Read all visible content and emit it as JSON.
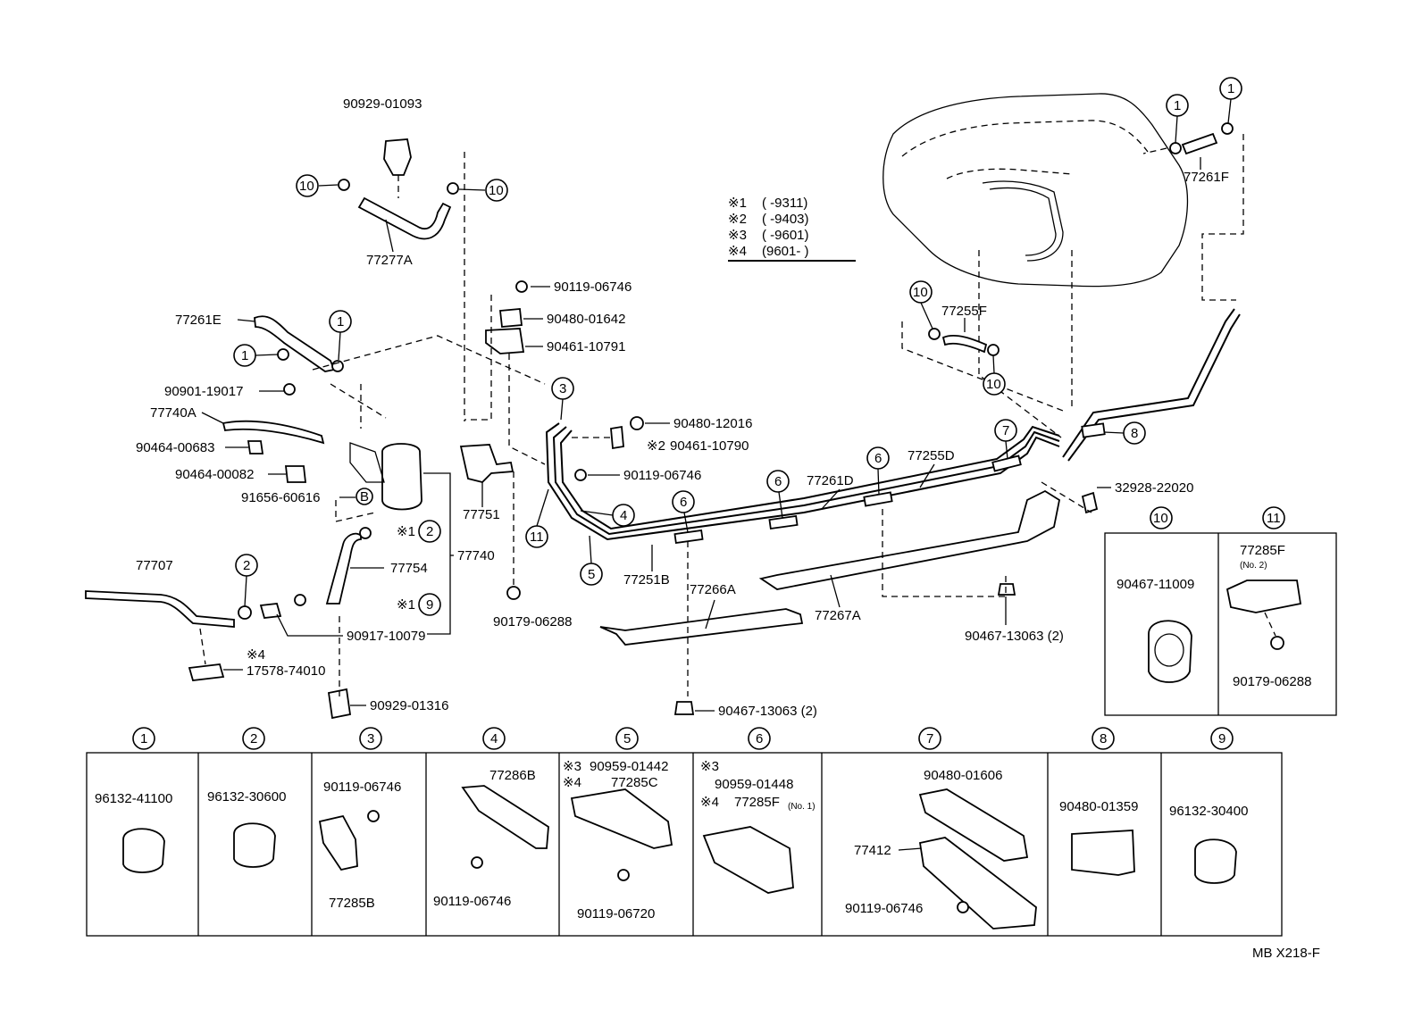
{
  "labels": {
    "p90929_01093": "90929-01093",
    "p77277A": "77277A",
    "p77261E": "77261E",
    "p90901_19017": "90901-19017",
    "p77740A": "77740A",
    "p90464_00683": "90464-00683",
    "p90464_00082": "90464-00082",
    "p91656_60616": "91656-60616",
    "p77754": "77754",
    "p77740": "77740",
    "p77707": "77707",
    "p90917_10079": "90917-10079",
    "p17578_74010": "17578-74010",
    "p90929_01316": "90929-01316",
    "p90119_06746_top": "90119-06746",
    "p90480_01642": "90480-01642",
    "p90461_10791": "90461-10791",
    "p77751": "77751",
    "p90179_06288_main": "90179-06288",
    "p90480_12016": "90480-12016",
    "p90461_10790": "90461-10790",
    "p90119_06746_mid": "90119-06746",
    "p77251B": "77251B",
    "p77261D": "77261D",
    "p77255D": "77255D",
    "p77266A": "77266A",
    "p77267A": "77267A",
    "p90467_13063_a": "90467-13063  (2)",
    "p90467_13063_b": "90467-13063  (2)",
    "p32928_22020": "32928-22020",
    "p77255F": "77255F",
    "p77261F": "77261F"
  },
  "legend": {
    "r1": {
      "mark": "※1",
      "range": "(          -9311)"
    },
    "r2": {
      "mark": "※2",
      "range": "(          -9403)"
    },
    "r3": {
      "mark": "※3",
      "range": "(          -9601)"
    },
    "r4": {
      "mark": "※4",
      "range": "(9601-            )"
    }
  },
  "marks": {
    "m1_a": "※1",
    "m1_b": "※1",
    "m2": "※2",
    "m4": "※4",
    "circle_b": "B"
  },
  "callouts": {
    "c1": "1",
    "c2": "2",
    "c3": "3",
    "c4": "4",
    "c5": "5",
    "c6": "6",
    "c7": "7",
    "c8": "8",
    "c9": "9",
    "c10": "10",
    "c11": "11"
  },
  "inset": {
    "box10_part": "90467-11009",
    "box11_part": "77285F",
    "box11_note": "(No. 2)",
    "box11_nut": "90179-06288"
  },
  "table": {
    "cells": [
      {
        "num": "1",
        "parts": [
          "96132-41100"
        ]
      },
      {
        "num": "2",
        "parts": [
          "96132-30600"
        ]
      },
      {
        "num": "3",
        "parts": [
          "90119-06746",
          "77285B"
        ]
      },
      {
        "num": "4",
        "parts": [
          "77286B",
          "90119-06746"
        ]
      },
      {
        "num": "5",
        "parts": [
          "※3",
          "90959-01442",
          "※4",
          "77285C",
          "90119-06720"
        ]
      },
      {
        "num": "6",
        "parts": [
          "※3",
          "90959-01448",
          "※4",
          "77285F",
          "(No. 1)"
        ]
      },
      {
        "num": "7",
        "parts": [
          "90480-01606",
          "77412",
          "90119-06746"
        ]
      },
      {
        "num": "8",
        "parts": [
          "90480-01359"
        ]
      },
      {
        "num": "9",
        "parts": [
          "96132-30400"
        ]
      }
    ]
  },
  "footer": {
    "code": "MB X218-F"
  }
}
